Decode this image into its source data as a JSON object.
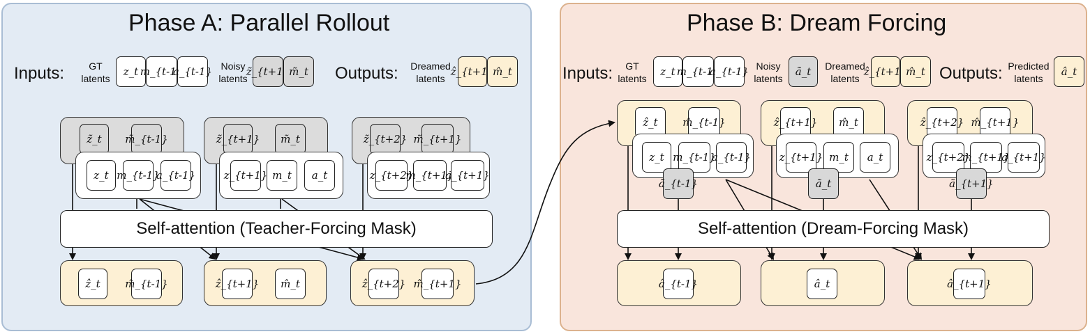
{
  "phase_a": {
    "title": "Phase A: Parallel Rollout",
    "inputs_label": "Inputs:",
    "outputs_label": "Outputs:",
    "gt_caption": [
      "GT",
      "latents"
    ],
    "noisy_caption": [
      "Noisy",
      "latents"
    ],
    "dreamed_caption": [
      "Dreamed",
      "latents"
    ],
    "legend_gt_tokens": [
      "z_t",
      "m_{t-1}",
      "a_{t-1}"
    ],
    "legend_noisy_tokens": [
      "z̃_{t+1}",
      "m̃_t"
    ],
    "legend_dreamed_tokens": [
      "ẑ_{t+1}",
      "m̂_t"
    ],
    "attention_label": "Self-attention (Teacher-Forcing Mask)",
    "groups": [
      {
        "noisy": [
          "z̃_t",
          "m̃_{t-1}"
        ],
        "gt": [
          "z_t",
          "m_{t-1}",
          "a_{t-1}"
        ],
        "out": [
          "ẑ_t",
          "m̂_{t-1}"
        ]
      },
      {
        "noisy": [
          "z̃_{t+1}",
          "m̃_t"
        ],
        "gt": [
          "z_{t+1}",
          "m_t",
          "a_t"
        ],
        "out": [
          "ẑ_{t+1}",
          "m̂_t"
        ]
      },
      {
        "noisy": [
          "z̃_{t+2}",
          "m̃_{t+1}"
        ],
        "gt": [
          "z_{t+2}",
          "m_{t+1}",
          "a_{t+1}"
        ],
        "out": [
          "ẑ_{t+2}",
          "m̂_{t+1}"
        ]
      }
    ]
  },
  "phase_b": {
    "title": "Phase B: Dream Forcing",
    "inputs_label": "Inputs:",
    "outputs_label": "Outputs:",
    "gt_caption": [
      "GT",
      "latents"
    ],
    "noisy_caption": [
      "Noisy",
      "latents"
    ],
    "dreamed_caption": [
      "Dreamed",
      "latents"
    ],
    "predicted_caption": [
      "Predicted",
      "latents"
    ],
    "legend_gt_tokens": [
      "z_t",
      "m_{t-1}",
      "a_{t-1}"
    ],
    "legend_noisy_tokens": [
      "ã_t"
    ],
    "legend_dreamed_tokens": [
      "ẑ_{t+1}",
      "m̂_t"
    ],
    "legend_predicted_tokens": [
      "â_t"
    ],
    "attention_label": "Self-attention (Dream-Forcing Mask)",
    "groups": [
      {
        "dreamed": [
          "ẑ_t",
          "m̂_{t-1}"
        ],
        "gt": [
          "z_t",
          "m_{t-1}",
          "a_{t-1}"
        ],
        "noisy": [
          "ã_{t-1}"
        ],
        "out": [
          "â_{t-1}"
        ]
      },
      {
        "dreamed": [
          "ẑ_{t+1}",
          "m̂_t"
        ],
        "gt": [
          "z_{t+1}",
          "m_t",
          "a_t"
        ],
        "noisy": [
          "ã_t"
        ],
        "out": [
          "â_t"
        ]
      },
      {
        "dreamed": [
          "ẑ_{t+2}",
          "m̂_{t+1}"
        ],
        "gt": [
          "z_{t+2}",
          "m_{t+1}",
          "a_{t+1}"
        ],
        "noisy": [
          "ã_{t+1}"
        ],
        "out": [
          "â_{t+1}"
        ]
      }
    ]
  },
  "colors": {
    "phase_a_bg": "#e3ebf4",
    "phase_b_bg": "#f9e5dc",
    "noisy_fill": "#d8d8d8",
    "dreamed_fill": "#fdf0d4",
    "gt_fill": "#ffffff"
  }
}
